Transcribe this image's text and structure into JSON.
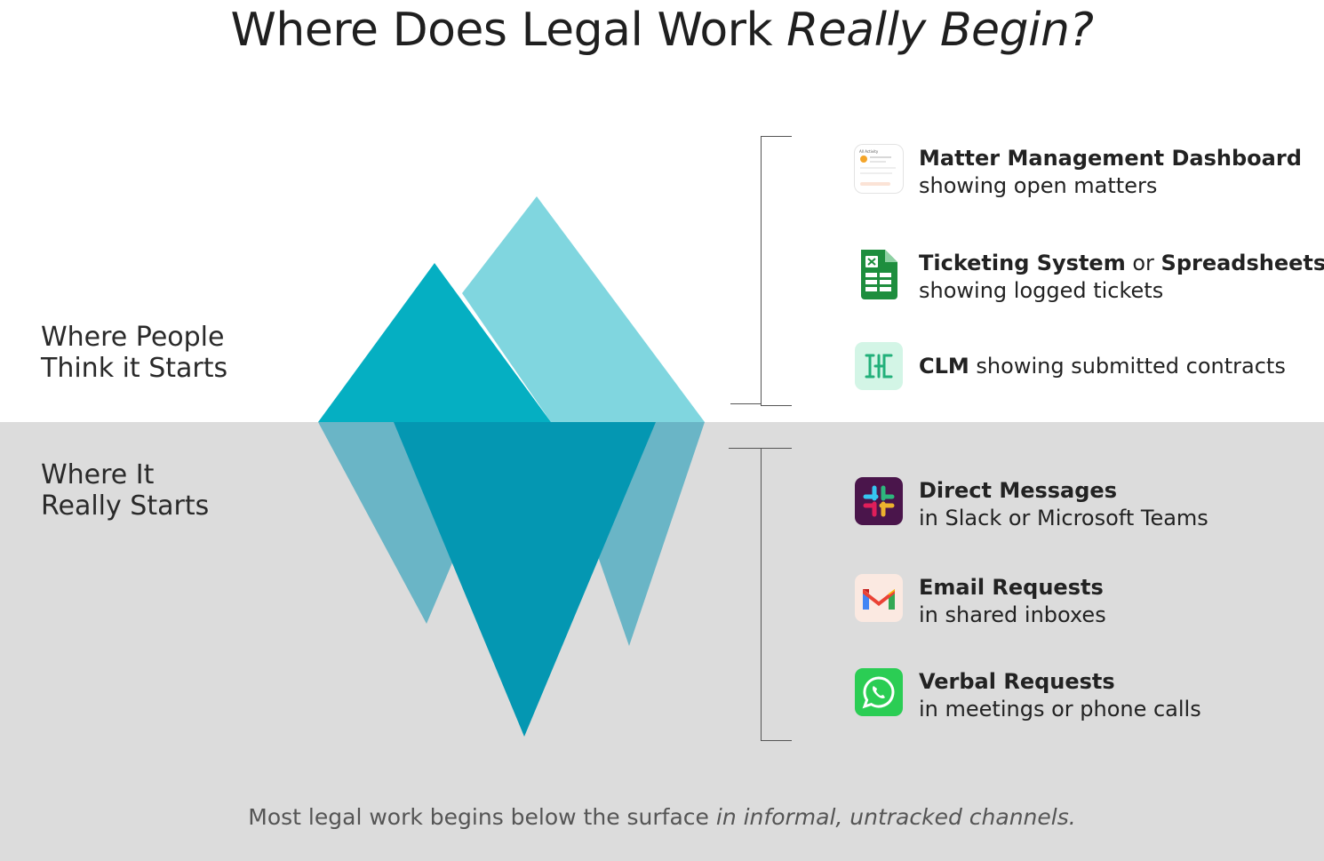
{
  "title": {
    "main": "Where Does Legal Work ",
    "emphasis": "Really Begin?"
  },
  "labels": {
    "above": [
      "Where People",
      "Think it Starts"
    ],
    "below": [
      "Where It",
      "Really Starts"
    ]
  },
  "above_items": [
    {
      "icon": "matter-dashboard-icon",
      "bold": "Matter Management Dashboard",
      "rest": "",
      "second_line": "showing open matters"
    },
    {
      "icon": "spreadsheet-icon",
      "bold": "Ticketing System",
      "connector": " or ",
      "bold2": "Spreadsheets",
      "second_line": "showing logged tickets"
    },
    {
      "icon": "clm-icon",
      "bold": "CLM",
      "rest": " showing submitted contracts",
      "second_line": ""
    }
  ],
  "below_items": [
    {
      "icon": "slack-icon",
      "bold": "Direct Messages",
      "second_line": "in Slack or Microsoft Teams"
    },
    {
      "icon": "gmail-icon",
      "bold": "Email Requests",
      "second_line": "in shared inboxes"
    },
    {
      "icon": "whatsapp-icon",
      "bold": "Verbal Requests",
      "second_line": "in meetings or phone calls"
    }
  ],
  "caption": {
    "plain": "Most legal work begins below the surface ",
    "italic": "in informal, untracked channels."
  },
  "colors": {
    "above_water_bg": "#ffffff",
    "below_water_bg": "#dcdcdc",
    "peak_dark": "#05afc2",
    "peak_light": "#80d6df",
    "underwater_main": "#0497b2",
    "underwater_side": "#6ab5c6"
  },
  "icon_text": {
    "dashboard_header": "All Activity"
  }
}
